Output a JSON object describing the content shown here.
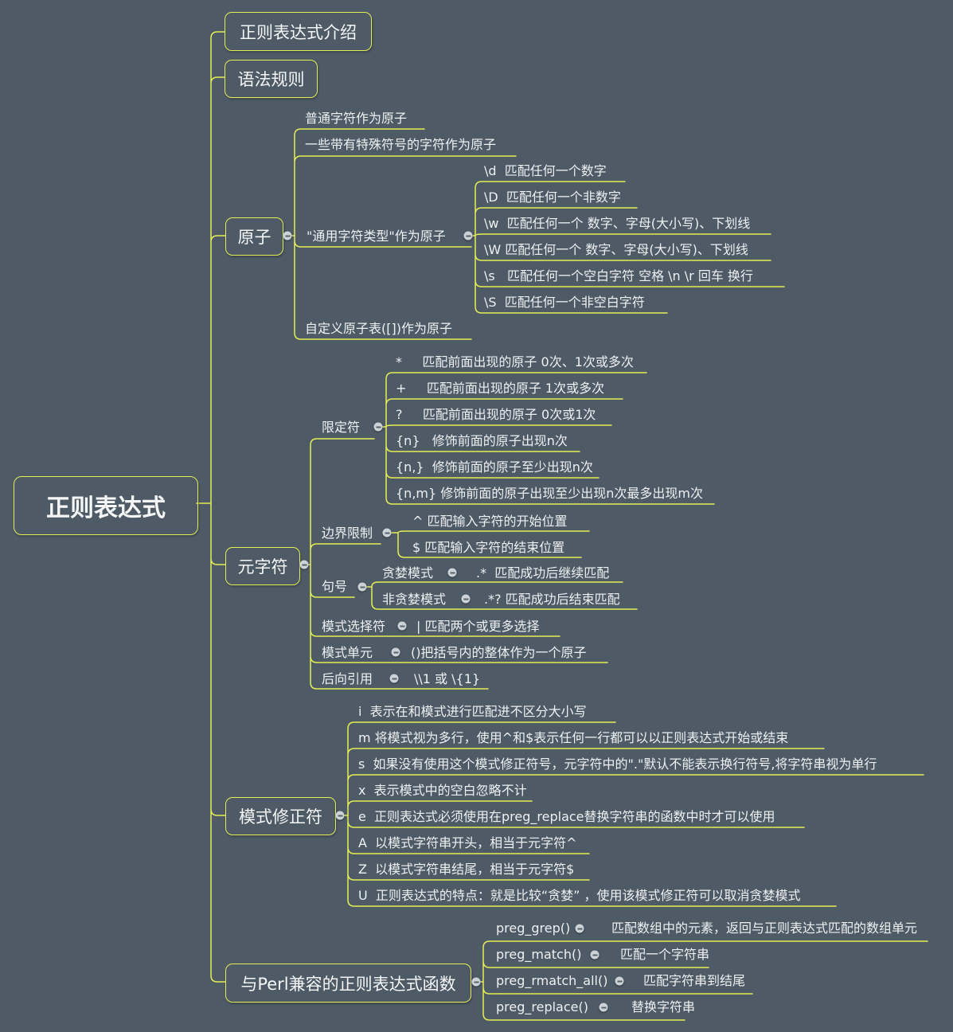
{
  "colors": {
    "background": "#4e5a66",
    "line": "#e4ee55",
    "text": "#eef1f2",
    "dot_fill": "#ccd2d6"
  },
  "icons": {
    "collapse_icon": "−"
  },
  "root": {
    "label": "正则表达式"
  },
  "branches": [
    {
      "label": "正则表达式介绍"
    },
    {
      "label": "语法规则"
    },
    {
      "label": "原子",
      "children": [
        {
          "label": "普通字符作为原子"
        },
        {
          "label": "一些带有特殊符号的字符作为原子"
        },
        {
          "label": "\"通用字符类型\"作为原子",
          "children": [
            {
              "label": "\\d  匹配任何一个数字"
            },
            {
              "label": "\\D  匹配任何一个非数字"
            },
            {
              "label": "\\w  匹配任何一个 数字、字母(大小写)、下划线"
            },
            {
              "label": "\\W 匹配任何一个 数字、字母(大小写)、下划线"
            },
            {
              "label": "\\s   匹配任何一个空白字符 空格 \\n \\r 回车 换行"
            },
            {
              "label": "\\S  匹配任何一个非空白字符"
            }
          ]
        },
        {
          "label": "自定义原子表([])作为原子"
        }
      ]
    },
    {
      "label": "元字符",
      "children": [
        {
          "label": "限定符",
          "children": [
            {
              "label": "*     匹配前面出现的原子 0次、1次或多次"
            },
            {
              "label": "+     匹配前面出现的原子 1次或多次"
            },
            {
              "label": "?     匹配前面出现的原子 0次或1次"
            },
            {
              "label": "{n}   修饰前面的原子出现n次"
            },
            {
              "label": "{n,}  修饰前面的原子至少出现n次"
            },
            {
              "label": "{n,m} 修饰前面的原子出现至少出现n次最多出现m次"
            }
          ]
        },
        {
          "label": "边界限制",
          "children": [
            {
              "label": "^ 匹配输入字符的开始位置"
            },
            {
              "label": "$ 匹配输入字符的结束位置"
            }
          ]
        },
        {
          "label": "句号",
          "children": [
            {
              "label": "贪婪模式",
              "children": [
                {
                  "label": ".*  匹配成功后继续匹配"
                }
              ]
            },
            {
              "label": "非贪婪模式",
              "children": [
                {
                  "label": ".*? 匹配成功后结束匹配"
                }
              ]
            }
          ]
        },
        {
          "label": "模式选择符",
          "children": [
            {
              "label": "| 匹配两个或更多选择"
            }
          ]
        },
        {
          "label": "模式单元",
          "children": [
            {
              "label": "()把括号内的整体作为一个原子"
            }
          ]
        },
        {
          "label": "后向引用",
          "children": [
            {
              "label": "\\\\1 或 \\{1}"
            }
          ]
        }
      ]
    },
    {
      "label": "模式修正符",
      "children": [
        {
          "label": "i  表示在和模式进行匹配进不区分大小写"
        },
        {
          "label": "m 将模式视为多行，使用^和$表示任何一行都可以以正则表达式开始或结束"
        },
        {
          "label": "s  如果没有使用这个模式修正符号，元字符中的\".\"默认不能表示换行符号,将字符串视为单行"
        },
        {
          "label": "x  表示模式中的空白忽略不计"
        },
        {
          "label": "e  正则表达式必须使用在preg_replace替换字符串的函数中时才可以使用"
        },
        {
          "label": "A  以模式字符串开头，相当于元字符^"
        },
        {
          "label": "Z  以模式字符串结尾，相当于元字符$"
        },
        {
          "label": "U  正则表达式的特点：就是比较“贪婪” ，使用该模式修正符可以取消贪婪模式"
        }
      ]
    },
    {
      "label": "与Perl兼容的正则表达式函数",
      "children": [
        {
          "label": "preg_grep()",
          "children": [
            {
              "label": "匹配数组中的元素，返回与正则表达式匹配的数组单元"
            }
          ]
        },
        {
          "label": "preg_match()",
          "children": [
            {
              "label": "匹配一个字符串"
            }
          ]
        },
        {
          "label": "preg_rmatch_all()",
          "children": [
            {
              "label": "匹配字符串到结尾"
            }
          ]
        },
        {
          "label": "preg_replace()",
          "children": [
            {
              "label": "替换字符串"
            }
          ]
        }
      ]
    }
  ]
}
